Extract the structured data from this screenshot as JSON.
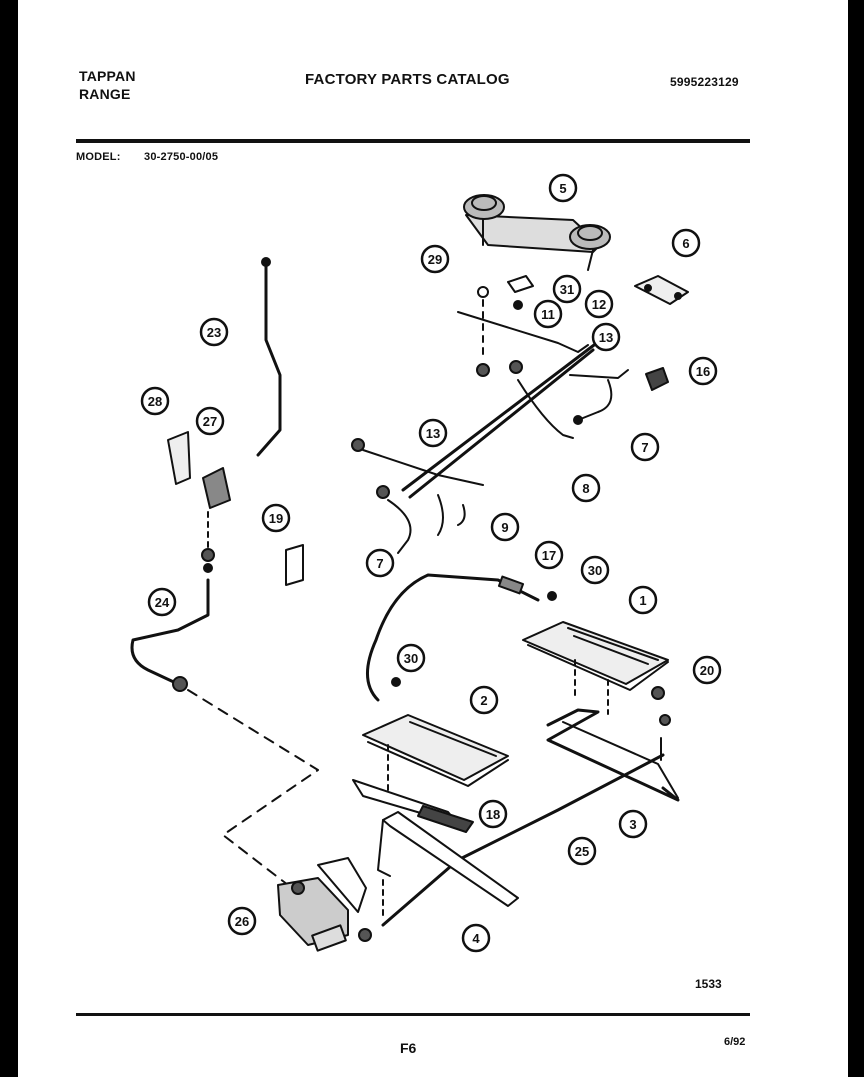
{
  "header": {
    "brand_line1": "TAPPAN",
    "brand_line2": "RANGE",
    "title": "FACTORY PARTS CATALOG",
    "doc_number": "5995223129",
    "model_label": "MODEL:",
    "model_number": "30-2750-00/05"
  },
  "diagram": {
    "callouts": [
      "5",
      "6",
      "29",
      "31",
      "11",
      "12",
      "13",
      "16",
      "7",
      "8",
      "13",
      "9",
      "7",
      "23",
      "28",
      "27",
      "19",
      "24",
      "17",
      "30",
      "1",
      "20",
      "30",
      "2",
      "18",
      "3",
      "25",
      "26",
      "4"
    ]
  },
  "footer": {
    "drawing_number": "1533",
    "page": "F6",
    "date": "6/92"
  },
  "colors": {
    "background": "#000000",
    "paper": "#ffffff",
    "ink": "#111111"
  }
}
